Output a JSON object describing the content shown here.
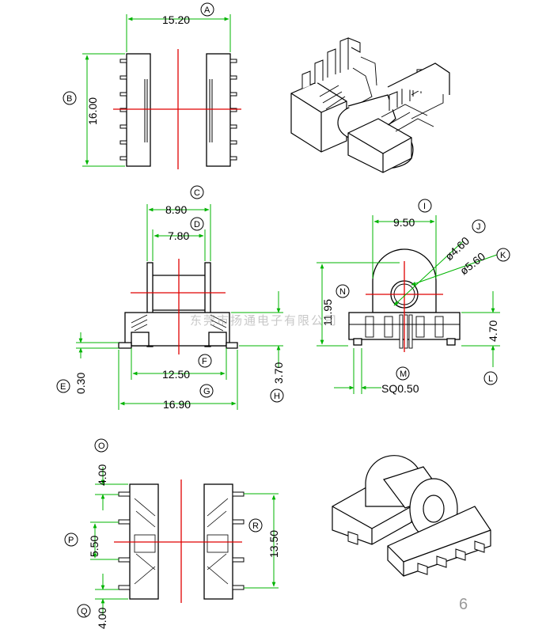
{
  "dimensions": {
    "A": "15.20",
    "B": "16.00",
    "C": "8.90",
    "D": "7.80",
    "E": "0.30",
    "F": "12.50",
    "G": "16.90",
    "H": "3.70",
    "I": "9.50",
    "J": "ø4.60",
    "K": "ø5.60",
    "N": "11.95",
    "L": "4.70",
    "M": "SQ0.50",
    "O": "4.00",
    "P": "5.50",
    "Q": "4.00",
    "R": "13.50"
  },
  "letters": {
    "A": "A",
    "B": "B",
    "C": "C",
    "D": "D",
    "E": "E",
    "F": "F",
    "G": "G",
    "H": "H",
    "I": "I",
    "J": "J",
    "K": "K",
    "L": "L",
    "M": "M",
    "N": "N",
    "O": "O",
    "P": "P",
    "Q": "Q",
    "R": "R"
  },
  "watermark": "东莞市扬通电子有限公司",
  "page_number": "6",
  "colors": {
    "dimension_line": "#00b400",
    "center_line": "#e00000",
    "outline": "#000000",
    "watermark": "#9a9a9a"
  }
}
